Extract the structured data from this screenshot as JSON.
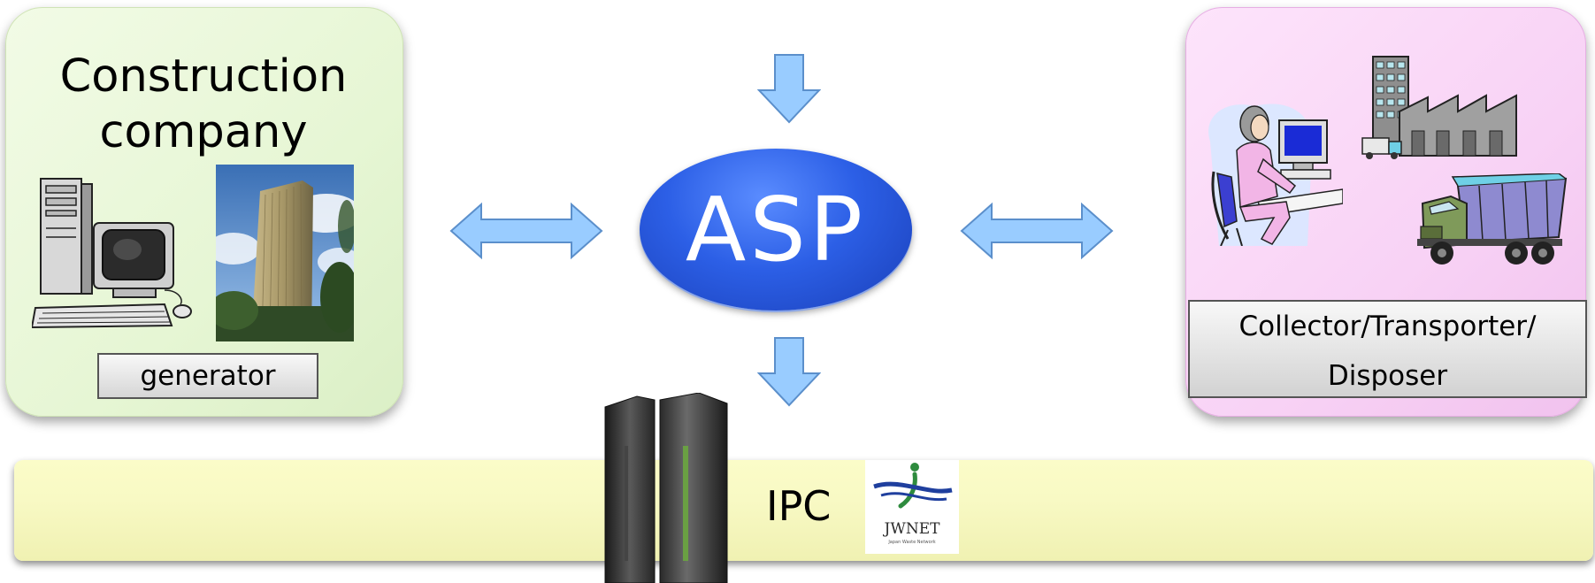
{
  "left_panel": {
    "title_line1": "Construction",
    "title_line2": "company",
    "label": "generator"
  },
  "center": {
    "asp_label": "ASP"
  },
  "right_panel": {
    "label_line1": "Collector/Transporter/",
    "label_line2": "Disposer"
  },
  "bottom_bar": {
    "label": "IPC",
    "logo_text": "JWNET",
    "logo_subtext": "Japan Waste Network"
  },
  "colors": {
    "left_panel_bg": "#e6f6d4",
    "right_panel_bg": "#f8d2f5",
    "asp_blue": "#2c5fe6",
    "arrow_blue": "#99ccff",
    "bar_yellow": "#f8f9c4"
  },
  "icons": [
    "desktop-computer-icon",
    "office-building-photo",
    "office-worker-icon",
    "factory-icon",
    "dump-truck-icon",
    "server-icon",
    "jwnet-logo"
  ]
}
